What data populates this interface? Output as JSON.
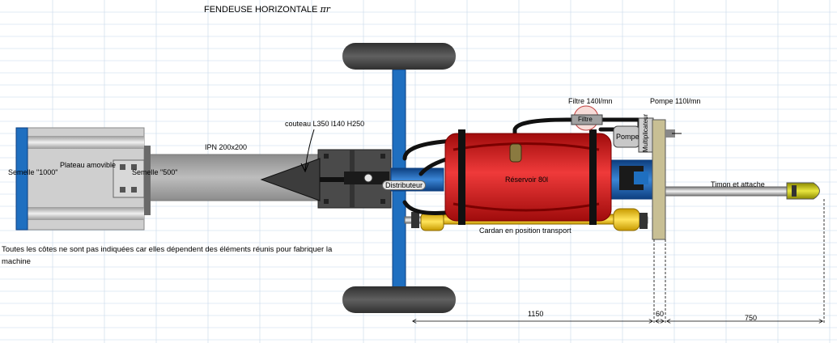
{
  "title": "FENDEUSE HORIZONTALE",
  "title_symbol": "πr",
  "labels": {
    "semelle_1000": "Semelle \"1000\"",
    "plateau": "Plateau amovible",
    "semelle_500": "Semelle \"500\"",
    "ipn": "IPN 200x200",
    "couteau": "couteau L350 l140 H250",
    "distributeur": "Distributeur",
    "reservoir": "Réservoir 80l",
    "filtre_flow": "Filtre 140l/mn",
    "filtre": "Filtre",
    "pompe_flow": "Pompe 110l/mn",
    "pompe": "Pompe",
    "multiplicateur": "Multiplicateur",
    "timon": "Timon et attache",
    "cardan": "Cardan en position transport"
  },
  "note": "Toutes les côtes ne sont pas indiquées car elles dépendent des éléments réunis pour fabriquer la machine",
  "dimensions": {
    "d1": "1150",
    "d2": "60",
    "d3": "750"
  },
  "colors": {
    "frame_blue": "#1f6fc0",
    "reservoir_red": "#d01818",
    "cardan_yellow": "#f2c200",
    "tire_dark": "#404040",
    "beam_gray": "#a0a0a0",
    "grid_blue": "#c6d8ea"
  }
}
